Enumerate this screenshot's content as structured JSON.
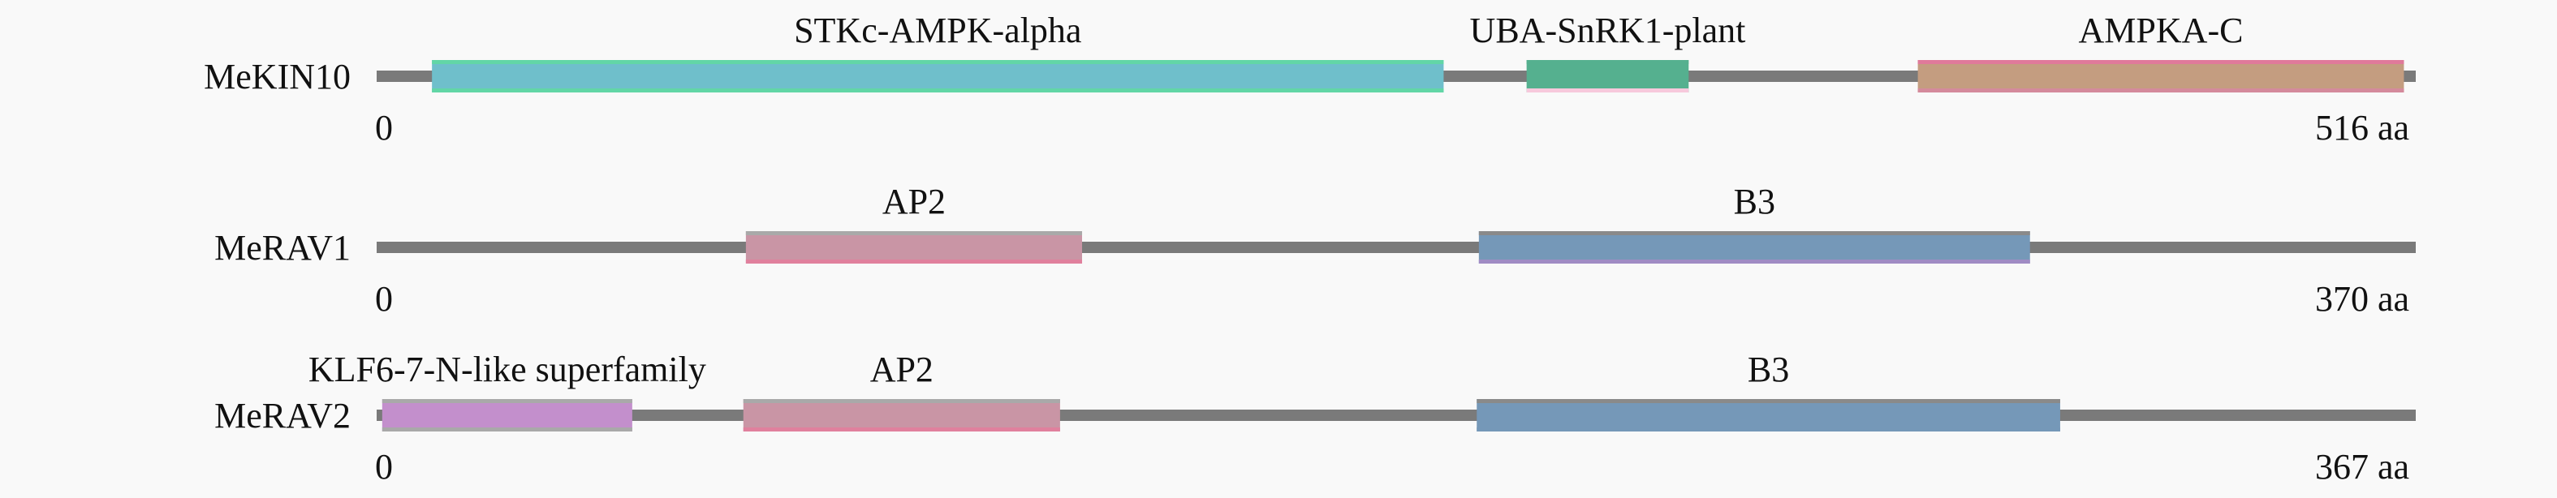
{
  "chart_data": {
    "type": "domain-architecture",
    "title": "",
    "proteins": [
      {
        "name": "MeKIN10",
        "length": 516,
        "start_label": "0",
        "end_label": "516 aa",
        "domains": [
          {
            "name": "STKc-AMPK-alpha",
            "start": 14,
            "end": 270,
            "color": "#6fbfcb",
            "edge_top": "#62d6a6",
            "edge_bottom": "#62d6a6"
          },
          {
            "name": "UBA-SnRK1-plant",
            "start": 291,
            "end": 332,
            "color": "#55b08f",
            "edge_top": "#55b08f",
            "edge_bottom": "#f7c9dc"
          },
          {
            "name": "AMPKA-C",
            "start": 390,
            "end": 513,
            "color": "#c49d80",
            "edge_top": "#e07a9a",
            "edge_bottom": "#d48a9c"
          }
        ]
      },
      {
        "name": "MeRAV1",
        "length": 370,
        "start_label": "0",
        "end_label": "370 aa",
        "domains": [
          {
            "name": "AP2",
            "start": 67,
            "end": 128,
            "color": "#c995a5",
            "edge_top": "#a9a9a9",
            "edge_bottom": "#e0809d"
          },
          {
            "name": "B3",
            "start": 200,
            "end": 300,
            "color": "#7598b8",
            "edge_top": "#8a8a8a",
            "edge_bottom": "#a08cc4"
          }
        ]
      },
      {
        "name": "MeRAV2",
        "length": 367,
        "start_label": "0",
        "end_label": "367 aa",
        "domains": [
          {
            "name": "KLF6-7-N-like superfamily",
            "start": 1,
            "end": 46,
            "color": "#c38fcc",
            "edge_top": "#a9a9a9",
            "edge_bottom": "#a9a9a9"
          },
          {
            "name": "AP2",
            "start": 66,
            "end": 123,
            "color": "#c995a5",
            "edge_top": "#a9a9a9",
            "edge_bottom": "#e0809d"
          },
          {
            "name": "B3",
            "start": 198,
            "end": 303,
            "color": "#7598b8",
            "edge_top": "#8a8a8a",
            "edge_bottom": "#7598b8"
          }
        ]
      }
    ],
    "backbone_color": "#7a7a7a"
  }
}
